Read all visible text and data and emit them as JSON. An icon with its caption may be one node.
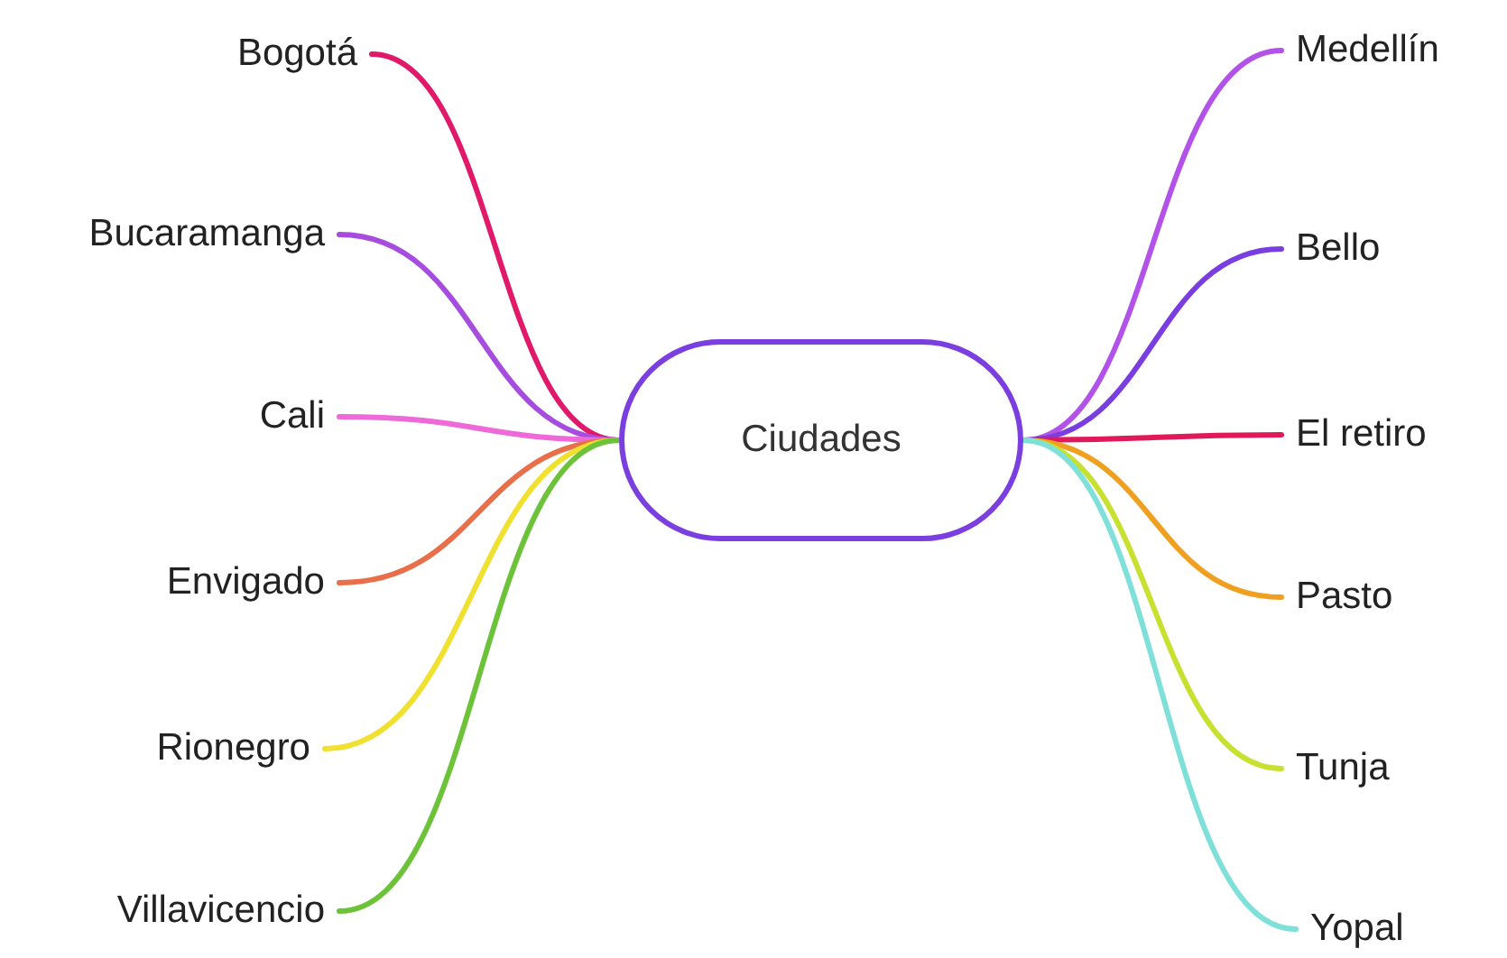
{
  "diagram": {
    "nodes": [
      {
        "text": [
          "Ciudades"
        ]
      },
      {
        "text": [
          "Bogotá"
        ]
      },
      {
        "text": [
          "Bucaramanga"
        ]
      },
      {
        "text": [
          "Cali"
        ]
      },
      {
        "text": [
          "Envigado"
        ]
      },
      {
        "text": [
          "Rionegro"
        ]
      },
      {
        "text": [
          "Villavicencio"
        ]
      },
      {
        "text": [
          "Medellín"
        ]
      },
      {
        "text": [
          "Bello"
        ]
      },
      {
        "text": [
          "El retiro"
        ]
      },
      {
        "text": [
          "Pasto"
        ]
      },
      {
        "text": [
          "Tunja"
        ]
      },
      {
        "text": [
          "Yopal"
        ]
      }
    ],
    "edges": [
      {
        "from": 0,
        "to": 1,
        "arrow": "none",
        "color": "#e0196b"
      },
      {
        "from": 0,
        "to": 2,
        "arrow": "none",
        "color": "#a64de0"
      },
      {
        "from": 0,
        "to": 3,
        "arrow": "none",
        "color": "#ee6ad8"
      },
      {
        "from": 0,
        "to": 4,
        "arrow": "none",
        "color": "#e86f4a"
      },
      {
        "from": 0,
        "to": 5,
        "arrow": "none",
        "color": "#f0e030"
      },
      {
        "from": 0,
        "to": 6,
        "arrow": "none",
        "color": "#6cc33a"
      },
      {
        "from": 0,
        "to": 7,
        "arrow": "none",
        "color": "#b352e8"
      },
      {
        "from": 0,
        "to": 8,
        "arrow": "none",
        "color": "#7a3de0"
      },
      {
        "from": 0,
        "to": 9,
        "arrow": "none",
        "color": "#e0195a"
      },
      {
        "from": 0,
        "to": 10,
        "arrow": "none",
        "color": "#f0a020"
      },
      {
        "from": 0,
        "to": 11,
        "arrow": "none",
        "color": "#c8e030"
      },
      {
        "from": 0,
        "to": 12,
        "arrow": "none",
        "color": "#7ee0d8"
      }
    ]
  }
}
